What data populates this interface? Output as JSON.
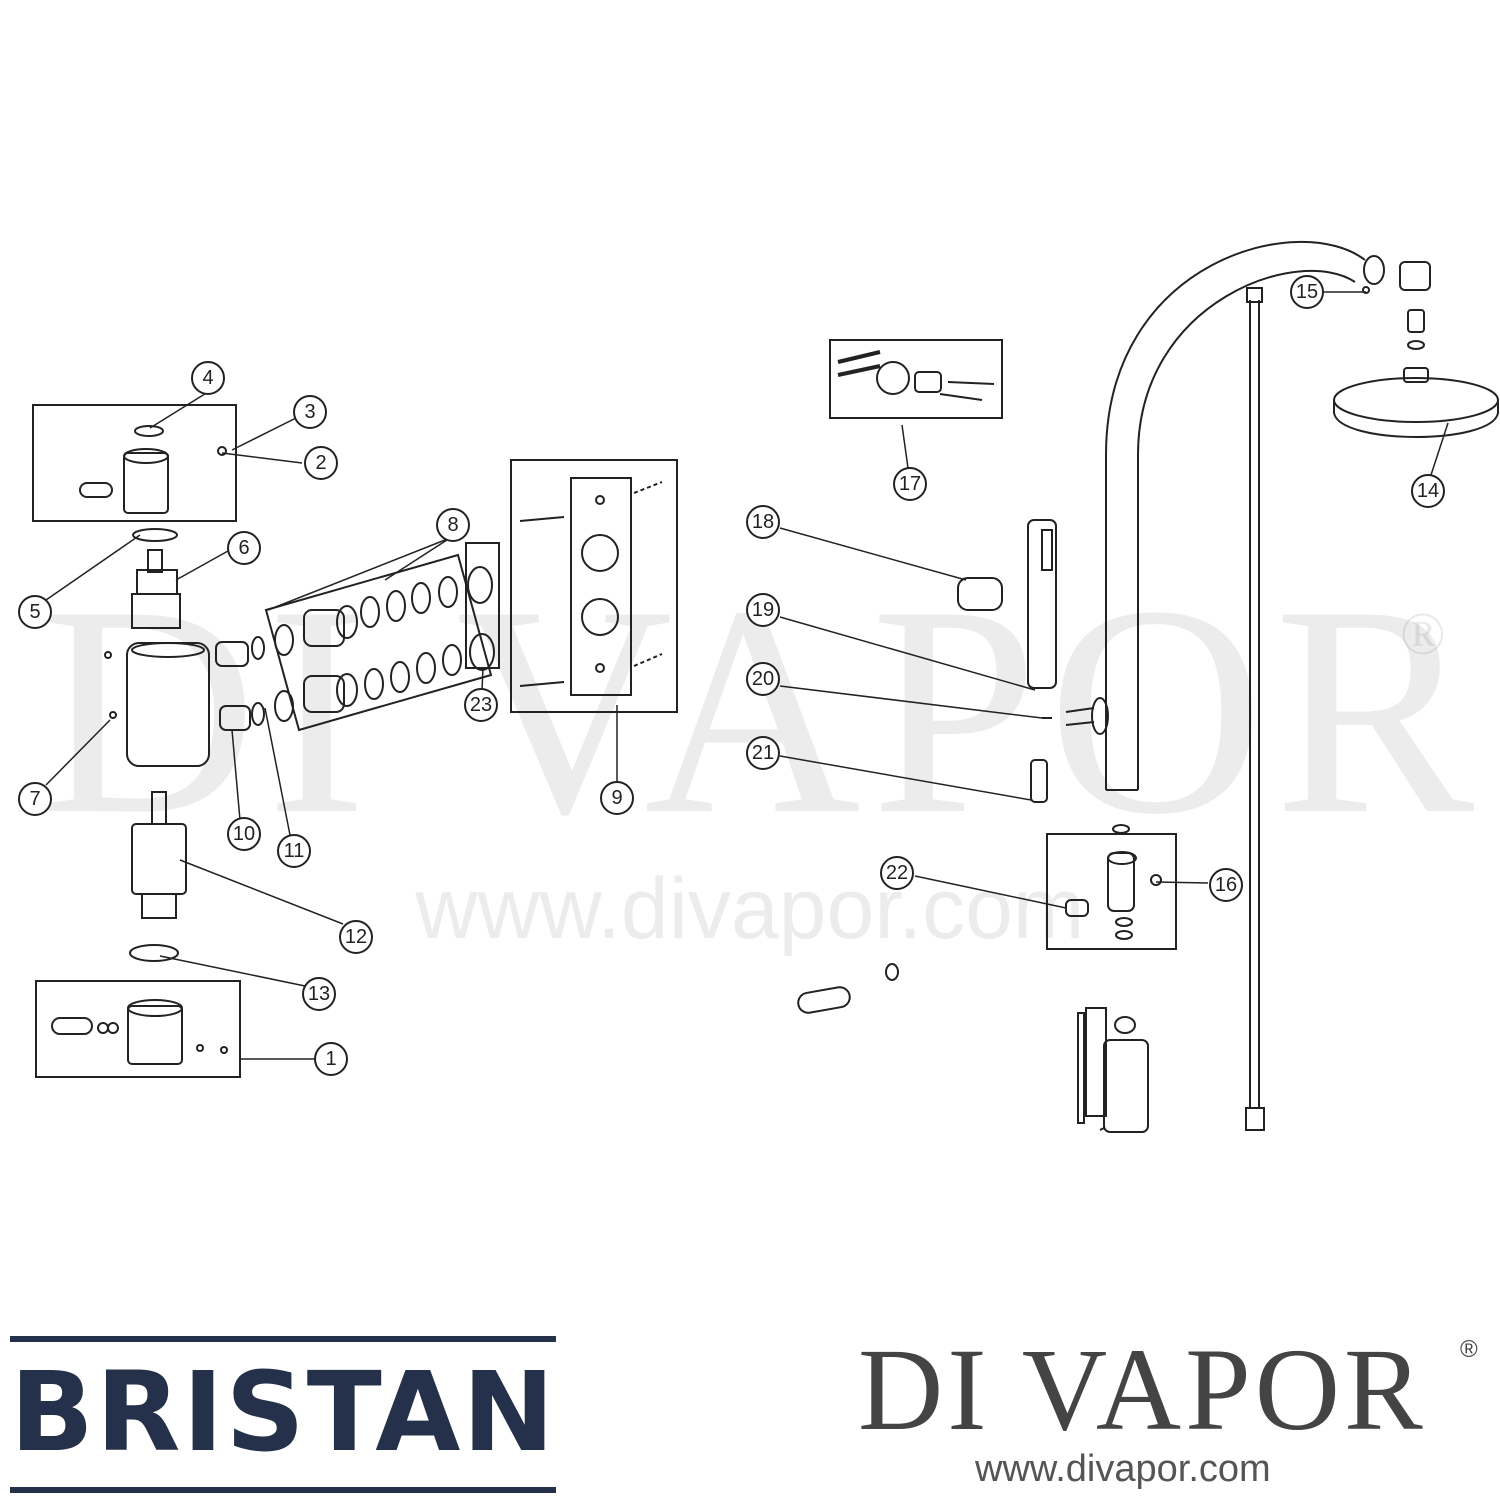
{
  "diagram": {
    "part_labels": [
      "1",
      "2",
      "3",
      "4",
      "5",
      "6",
      "7",
      "8",
      "9",
      "10",
      "11",
      "12",
      "13",
      "14",
      "15",
      "16",
      "17",
      "18",
      "19",
      "20",
      "21",
      "22",
      "23"
    ]
  },
  "watermark": {
    "name": "DI VAPOR",
    "registered": "®",
    "url": "www.divapor.com"
  },
  "footer": {
    "brand_logo": "BRISTAN",
    "dealer_name": "DI VAPOR",
    "dealer_registered": "®",
    "dealer_url": "www.divapor.com"
  }
}
